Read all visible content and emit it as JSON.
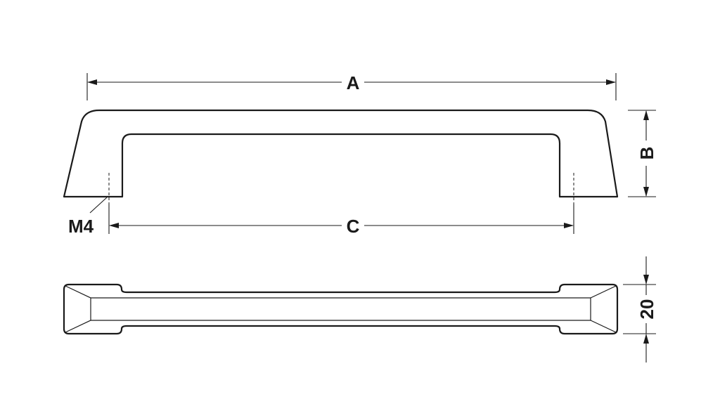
{
  "labels": {
    "a": "A",
    "b": "B",
    "c": "C",
    "thread": "M4",
    "height": "20"
  },
  "colors": {
    "line": "#1a1a1a",
    "background": "#ffffff"
  }
}
